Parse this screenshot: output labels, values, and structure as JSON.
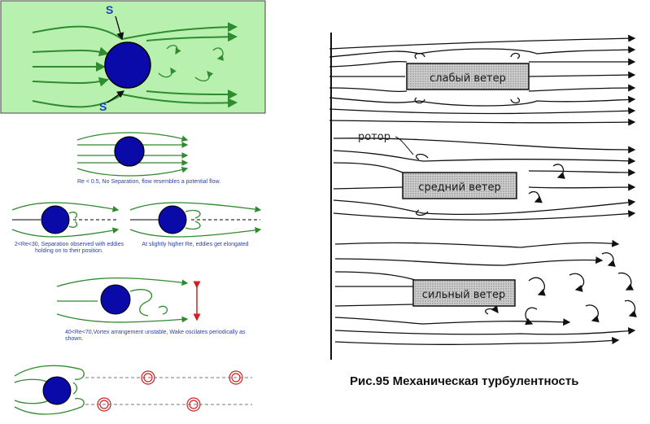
{
  "left_panel": {
    "separation_marker_top": "S",
    "separation_marker_bottom": "S",
    "caption_re_low": "Re < 0.5, No Separation, flow resembles a potential flow.",
    "caption_re_2_30": "2<Re<30, Separation observed with eddies holding on to their position.",
    "caption_eddies_elongated": "At slightly higher Re, eddies get elongated",
    "caption_re_40_70": "40<Re<70,Vortex arrangement unstable, Wake oscilates periodically as shown."
  },
  "right_panel": {
    "rotor_label": "ротор",
    "box_weak": "слабый ветер",
    "box_medium": "средний ветер",
    "box_strong": "сильный ветер",
    "figure_caption": "Рис.95 Механическая турбулентность"
  },
  "colors": {
    "flow_green": "#2e8b2e",
    "panel_bg": "#b8f0b0",
    "cylinder_blue": "#0a0aa8",
    "caption_blue": "#2b3fa8",
    "wake_red": "#d42020"
  }
}
